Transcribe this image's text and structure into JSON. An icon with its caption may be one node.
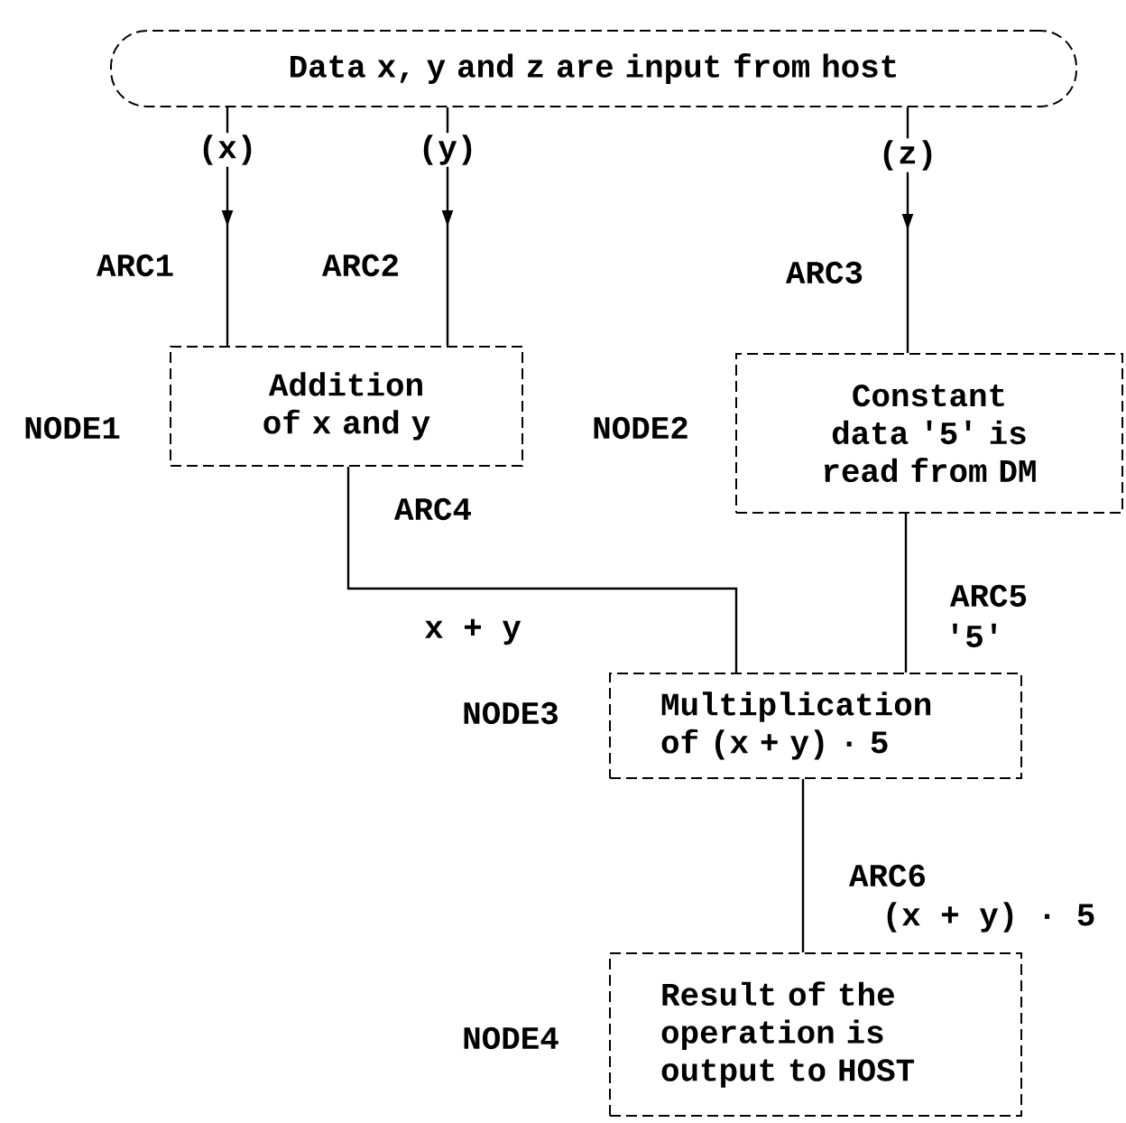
{
  "diagram": {
    "nodes": [
      {
        "text": [
          "Data x, y and z are input from host"
        ]
      },
      {
        "text": [
          "Addition of x and y"
        ],
        "beside": [
          "NODE1"
        ]
      },
      {
        "text": [
          "Constant data '5' is read from DM"
        ],
        "beside": [
          "NODE2"
        ]
      },
      {
        "text": [
          "Multiplication of (x + y) · 5"
        ],
        "beside": [
          "NODE3"
        ]
      },
      {
        "text": [
          "Result of the operation is output to HOST"
        ],
        "beside": [
          "NODE4"
        ]
      }
    ],
    "edges": [
      {
        "from": 0,
        "to": 1,
        "arrow": "to",
        "label": "ARC1"
      },
      {
        "from": 0,
        "to": 1,
        "arrow": "to",
        "label": "ARC2"
      },
      {
        "from": 0,
        "to": 2,
        "arrow": "to",
        "label": "ARC3"
      },
      {
        "from": 1,
        "to": 3,
        "arrow": "none",
        "label": "ARC4"
      },
      {
        "from": 2,
        "to": 3,
        "arrow": "none",
        "label": "ARC5"
      },
      {
        "from": 3,
        "to": 4,
        "arrow": "none",
        "label": "ARC6"
      }
    ],
    "labels": [
      "(x)",
      "(y)",
      "(z)",
      "x + y",
      "'5'",
      "(x + y) · 5"
    ]
  }
}
